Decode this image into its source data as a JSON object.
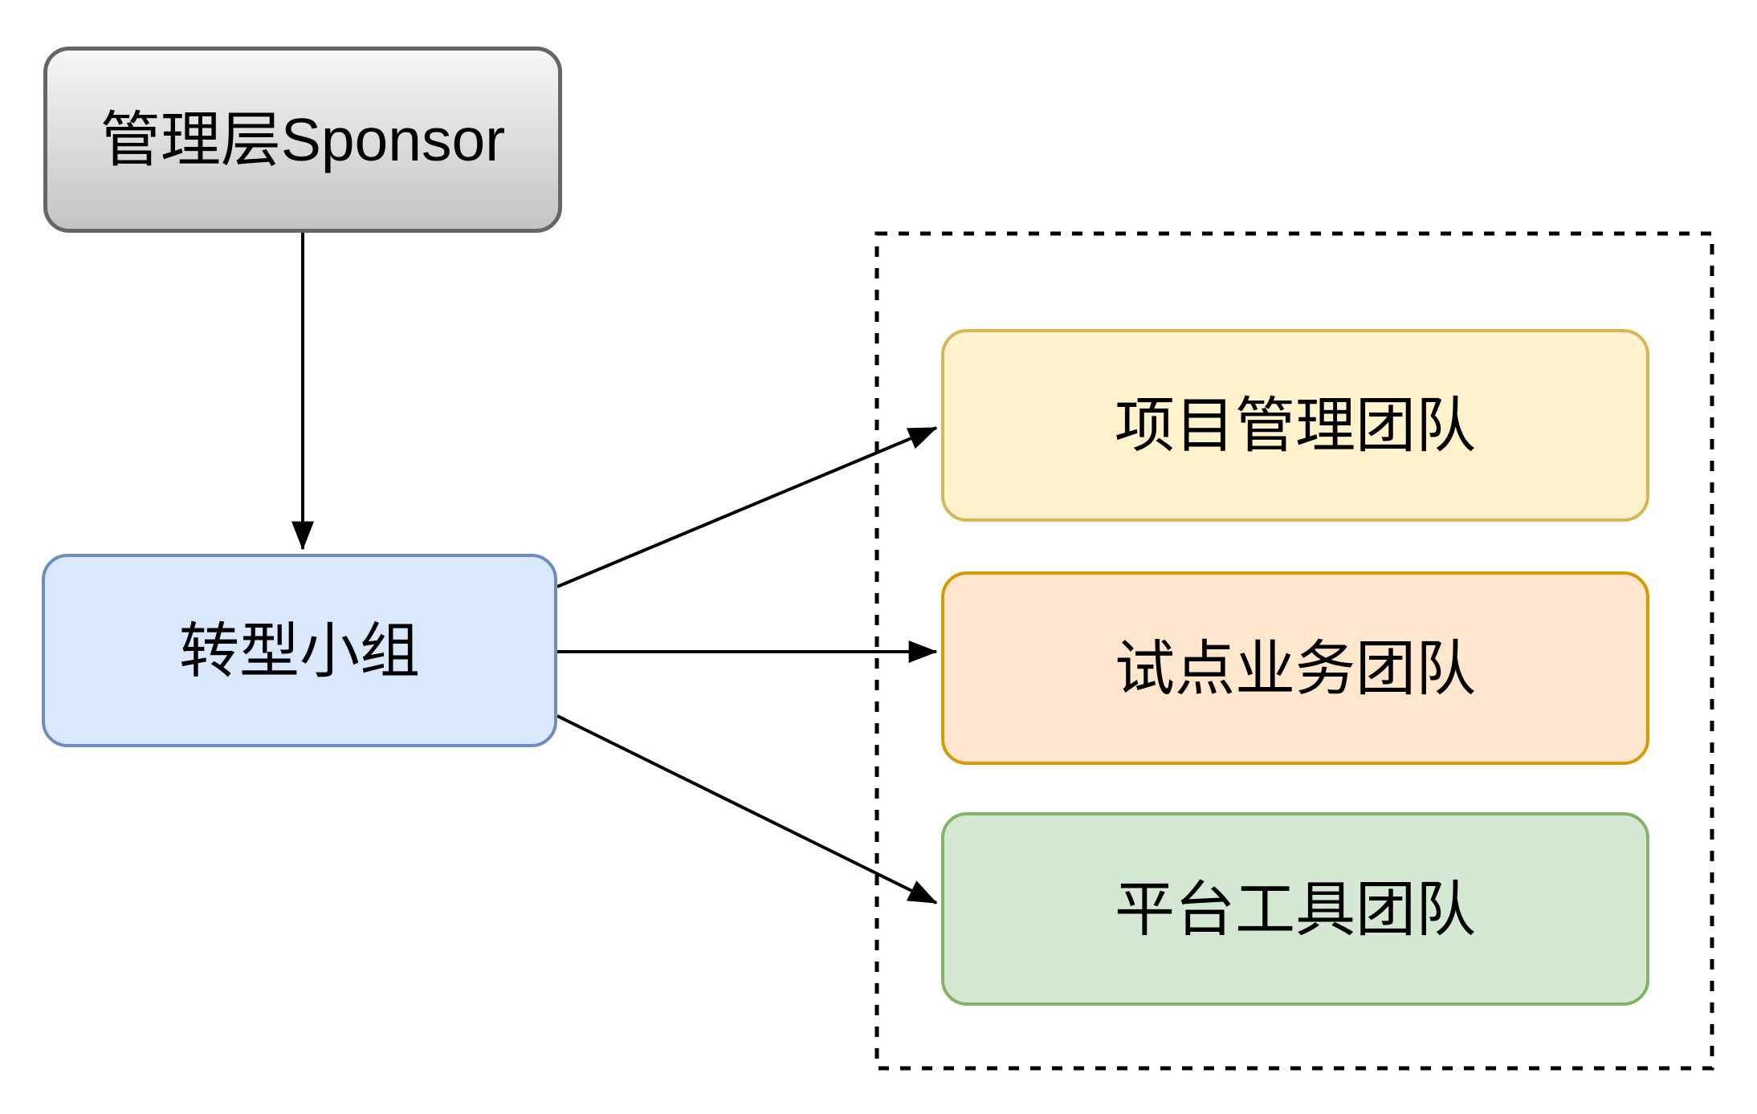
{
  "diagram": {
    "background_color": "#FFFFFF",
    "connector_color": "#000000",
    "group_border_color": "#000000",
    "nodes": {
      "sponsor": {
        "label": "管理层Sponsor",
        "fill_top": "#F6F6F6",
        "fill_bottom": "#C4C4C4",
        "border_color": "#666666"
      },
      "transform_team": {
        "label": "转型小组",
        "fill": "#DAE8FC",
        "border_color": "#6C8EBF"
      },
      "project_team": {
        "label": "项目管理团队",
        "fill": "#FFF2CC",
        "border_color": "#D6B656"
      },
      "pilot_team": {
        "label": "试点业务团队",
        "fill": "#FFE6CC",
        "border_color": "#D79B00"
      },
      "platform_team": {
        "label": "平台工具团队",
        "fill": "#D5E8D4",
        "border_color": "#82B366"
      }
    }
  }
}
